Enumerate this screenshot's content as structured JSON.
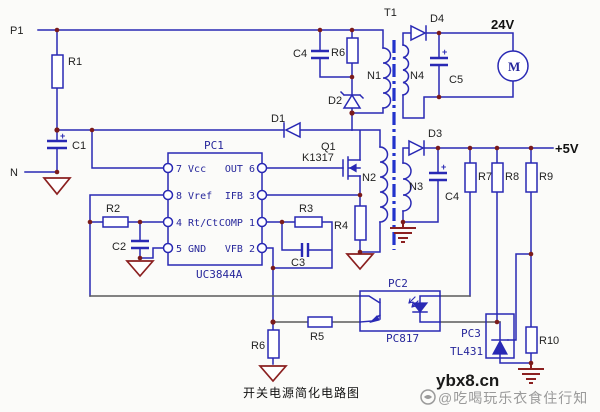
{
  "title": "开关电源简化电路图",
  "watermark": {
    "site": "ybx8.cn",
    "tagline": "@吃喝玩乐衣食住行知"
  },
  "colors": {
    "wire": "#2929b4",
    "wire_gray": "#5a5a5a",
    "junction": "#7b1b1b",
    "ground": "#8b2020",
    "label": "#1f1f1f",
    "chip_text": "#27279b",
    "background": "#fbfbf9"
  },
  "labels": {
    "p1": "P1",
    "n": "N",
    "r1": "R1",
    "c1": "C1",
    "c4_top": "C4",
    "r6_top": "R6",
    "t1": "T1",
    "d1": "D1",
    "d2": "D2",
    "d3": "D3",
    "d4": "D4",
    "v24": "24V",
    "motor": "M",
    "c5": "C5",
    "n1": "N1",
    "n2": "N2",
    "n3": "N3",
    "n4": "N4",
    "v5": "+5V",
    "c4_sec": "C4",
    "r7": "R7",
    "r8": "R8",
    "r9": "R9",
    "r10": "R10",
    "q1": "Q1",
    "q1_part": "K1317",
    "r2": "R2",
    "c2": "C2",
    "r3": "R3",
    "c3": "C3",
    "r4": "R4",
    "r5": "R5",
    "r6_bottom": "R6",
    "pc2": "PC2",
    "pc2_part": "PC817",
    "pc3": "PC3",
    "pc3_part": "TL431"
  },
  "ic1": {
    "name": "PC1",
    "part": "UC3844A",
    "pins_left": [
      "7 Vcc",
      "8 Vref",
      "4 Rt/Ct",
      "5 GND"
    ],
    "pins_right": [
      "OUT 6",
      "IFB 3",
      "COMP 1",
      "VFB 2"
    ]
  }
}
